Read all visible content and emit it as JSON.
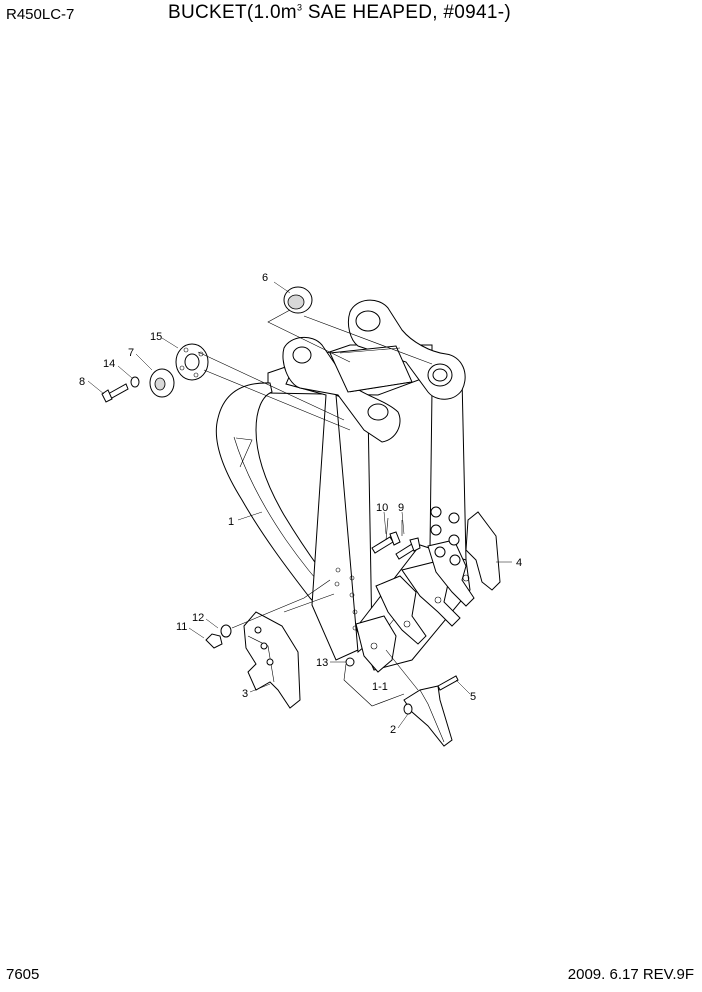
{
  "header": {
    "model": "R450LC-7",
    "title_prefix": "BUCKET(1.0m",
    "title_sup": "3",
    "title_suffix": " SAE HEAPED, #0941-)"
  },
  "footer": {
    "page_number": "7605",
    "date_rev": "2009. 6.17  REV.9F"
  },
  "callouts": {
    "c1": "1",
    "c1_1": "1-1",
    "c2": "2",
    "c3": "3",
    "c4": "4",
    "c5": "5",
    "c6": "6",
    "c7": "7",
    "c8": "8",
    "c9": "9",
    "c10": "10",
    "c11": "11",
    "c12": "12",
    "c13": "13",
    "c14": "14",
    "c15": "15"
  }
}
